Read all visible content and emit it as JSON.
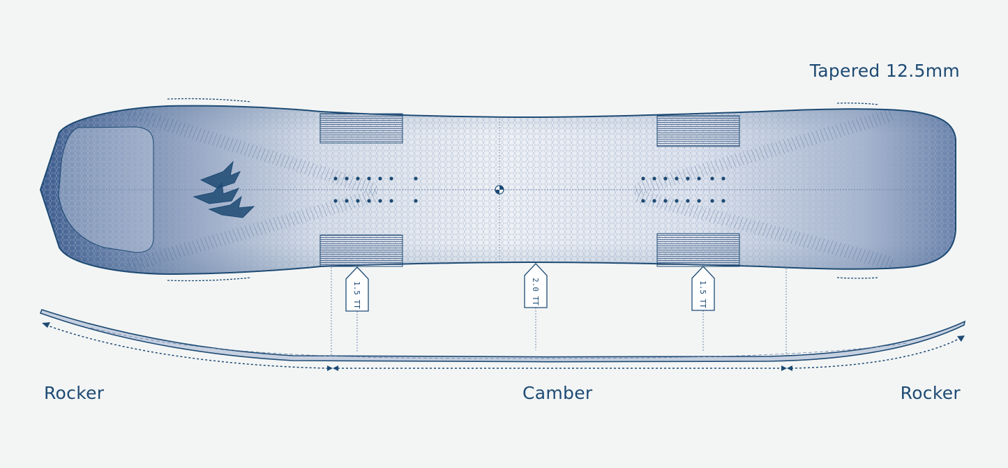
{
  "labels": {
    "taper": "Tapered 12.5mm",
    "rocker_left": "Rocker",
    "camber": "Camber",
    "rocker_right": "Rocker"
  },
  "camber_tags": [
    {
      "text": "1.5 TT"
    },
    {
      "text": "2.0 TT"
    },
    {
      "text": "1.5 TT"
    }
  ],
  "colors": {
    "background": "#f3f5f5",
    "ink": "#1d4a73",
    "board_light": "#eef1f6",
    "board_dark": "#3f5e8f"
  },
  "icons": {
    "logo": "jones-mountain-logo-icon",
    "center_marker": "center-target-icon"
  }
}
